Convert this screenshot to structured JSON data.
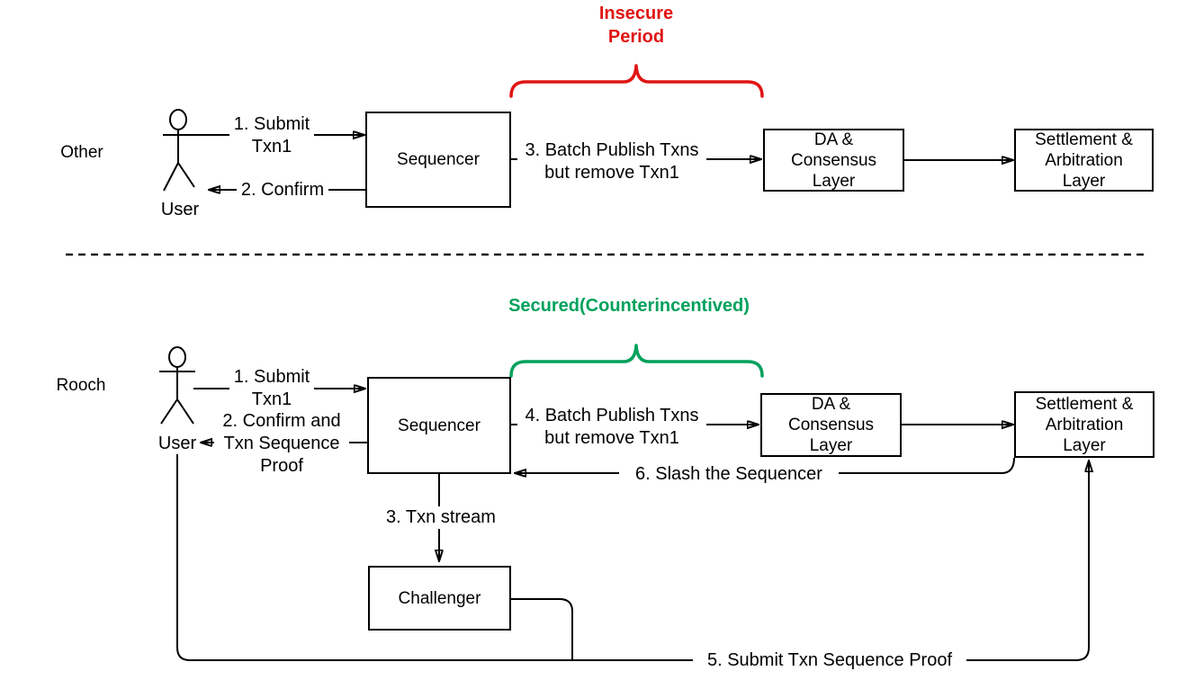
{
  "colors": {
    "annotation_red": "#e01414",
    "annotation_green": "#00a15c",
    "line_black": "#000000"
  },
  "sections": {
    "other": {
      "label": "Other",
      "actor": "User",
      "annotation": "Insecure\nPeriod",
      "step1": "1. Submit\nTxn1",
      "step2": "2. Confirm",
      "step3": "3. Batch Publish Txns\nbut remove Txn1",
      "boxes": {
        "sequencer": "Sequencer",
        "da": "DA &\nConsensus\nLayer",
        "settlement": "Settlement &\nArbitration\nLayer"
      }
    },
    "rooch": {
      "label": "Rooch",
      "actor": "User",
      "annotation": "Secured(Counterincentived)",
      "step1": "1. Submit\nTxn1",
      "step2": "2. Confirm and\nTxn Sequence\nProof",
      "step3": "3. Txn stream",
      "step4": "4. Batch Publish Txns\nbut remove Txn1",
      "step5": "5. Submit Txn Sequence Proof",
      "step6": "6. Slash the Sequencer",
      "boxes": {
        "sequencer": "Sequencer",
        "challenger": "Challenger",
        "da": "DA &\nConsensus\nLayer",
        "settlement": "Settlement &\nArbitration\nLayer"
      }
    }
  }
}
